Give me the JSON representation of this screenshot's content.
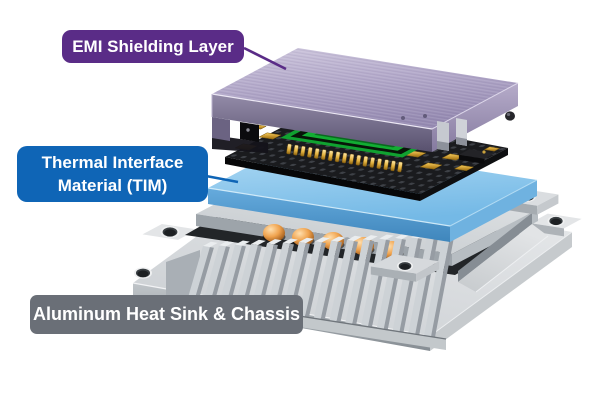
{
  "labels": {
    "emi": {
      "text": "EMI Shielding Layer",
      "color": "#5a2c87"
    },
    "tim": {
      "line1": "Thermal Interface",
      "line2": "Material (TIM)",
      "color": "#0f65b6"
    },
    "chassis": {
      "text": "Aluminum Heat Sink & Chassis",
      "color": "#6a6f77"
    }
  },
  "scene": {
    "background": "#ffffff",
    "parts": [
      {
        "id": "emi-shield-lid",
        "color": "#b0a6c4"
      },
      {
        "id": "sensor-pcb",
        "color": "#1a1b1e"
      },
      {
        "id": "image-sensor-die",
        "color": "#0fa02e"
      },
      {
        "id": "tim-pad",
        "color": "#7fc0ea"
      },
      {
        "id": "heat-sink-chassis",
        "color": "#d2d5d8"
      }
    ]
  }
}
